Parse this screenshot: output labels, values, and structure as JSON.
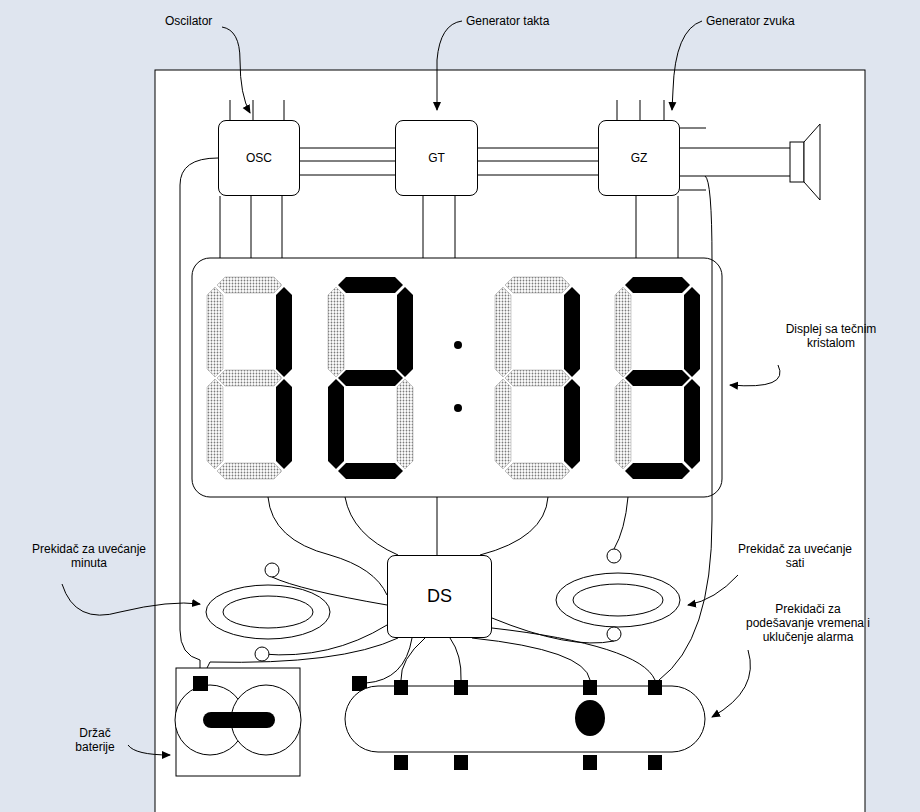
{
  "diagram": {
    "nodes": [
      {
        "text": [
          "OSC"
        ]
      },
      {
        "text": [
          "GT"
        ]
      },
      {
        "text": [
          "GZ"
        ]
      },
      {
        "text": [
          "DS"
        ]
      }
    ],
    "edges": [
      {
        "from": 0,
        "to": 1,
        "arrow": "none"
      },
      {
        "from": 1,
        "to": 2,
        "arrow": "none"
      }
    ],
    "labels": [
      "Oscilator",
      "Generator takta",
      "Generator zvuka",
      "Displej sa tečnim kristalom",
      "Prekidač za uvećanje sati",
      "Prekidač za uvećanje minuta",
      "Prekidači za podešavanje vremena i uklučenje alarma",
      "Držač baterije"
    ]
  }
}
